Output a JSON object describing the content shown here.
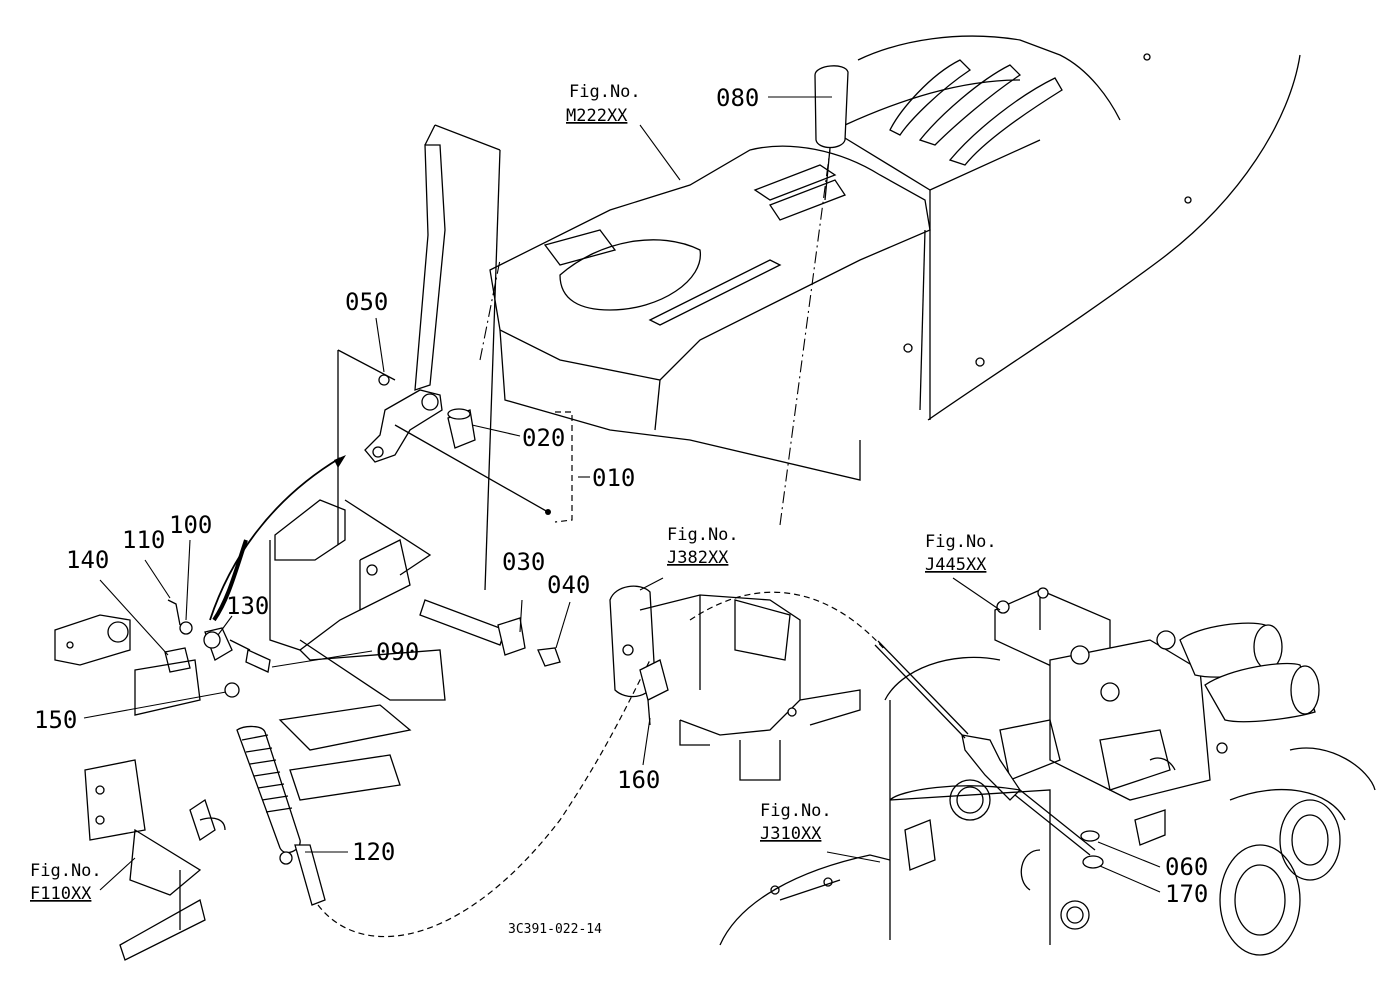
{
  "diagram": {
    "document_id": "3C391-022-14",
    "figure_refs": [
      {
        "id": "fig-m222",
        "label": "Fig.No.",
        "code": "M222XX"
      },
      {
        "id": "fig-j382",
        "label": "Fig.No.",
        "code": "J382XX"
      },
      {
        "id": "fig-j445",
        "label": "Fig.No.",
        "code": "J445XX"
      },
      {
        "id": "fig-j310",
        "label": "Fig.No.",
        "code": "J310XX"
      },
      {
        "id": "fig-f110",
        "label": "Fig.No.",
        "code": "F110XX"
      }
    ],
    "callouts": [
      "080",
      "050",
      "020",
      "010",
      "030",
      "040",
      "090",
      "130",
      "100",
      "110",
      "140",
      "150",
      "120",
      "160",
      "060",
      "170"
    ]
  }
}
